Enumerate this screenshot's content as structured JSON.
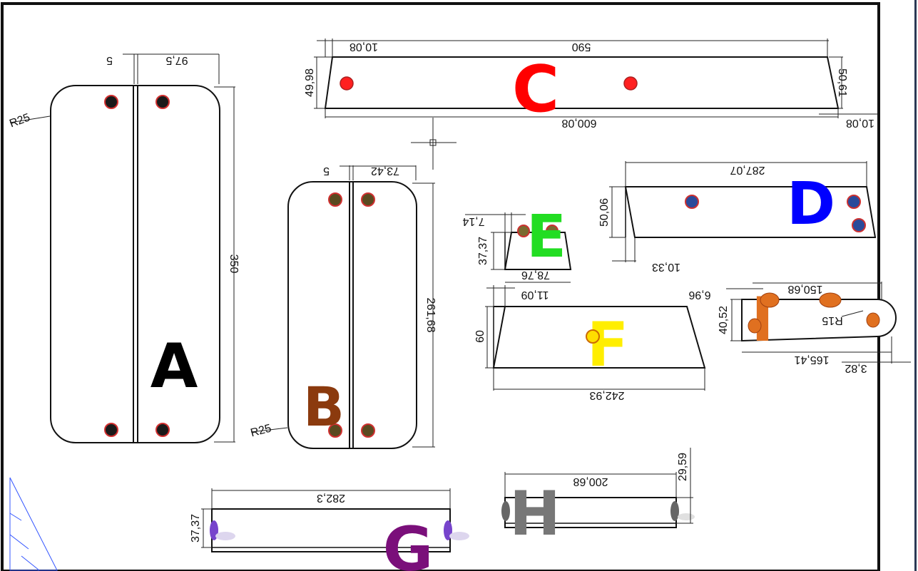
{
  "colors": {
    "A": "#000000",
    "B": "#8b3a0e",
    "C": "#ff0000",
    "D": "#0000ff",
    "E": "#22dd22",
    "F": "#ffee00",
    "G": "#7a0f7a",
    "H": "#777777",
    "I": "#e07020",
    "hole_red": "#ff2020",
    "hole_dark": "#1a1a1a",
    "hole_purple": "#7744cc"
  },
  "letters": {
    "A": "A",
    "B": "B",
    "C": "C",
    "D": "D",
    "E": "E",
    "F": "F",
    "G": "G",
    "H": "H",
    "I": "I"
  },
  "dims": {
    "a_gap": "5",
    "a_width": "97,5",
    "a_height": "350",
    "a_radius": "R25",
    "b_gap": "5",
    "b_width": "73,42",
    "b_height": "261,68",
    "b_radius": "R25",
    "c_offset_top": "10,08",
    "c_top": "590",
    "c_height_left": "49,98",
    "c_height_right": "50,61",
    "c_bottom": "600,08",
    "c_offset_bottom": "10,08",
    "d_top": "287,07",
    "d_height": "50,06",
    "d_offset": "10,33",
    "e_offset": "7,14",
    "e_height": "37,37",
    "e_bottom": "78,76",
    "f_offset": "11,09",
    "f_height": "60",
    "f_bottom": "242,93",
    "i_offset": "6,96",
    "i_top": "150,68",
    "i_height": "40,52",
    "i_radius": "R15",
    "i_bottom": "165,41",
    "i_gap": "3,82",
    "g_top": "282,3",
    "g_height": "37,37",
    "h_top": "200,68",
    "h_height": "29,59"
  }
}
